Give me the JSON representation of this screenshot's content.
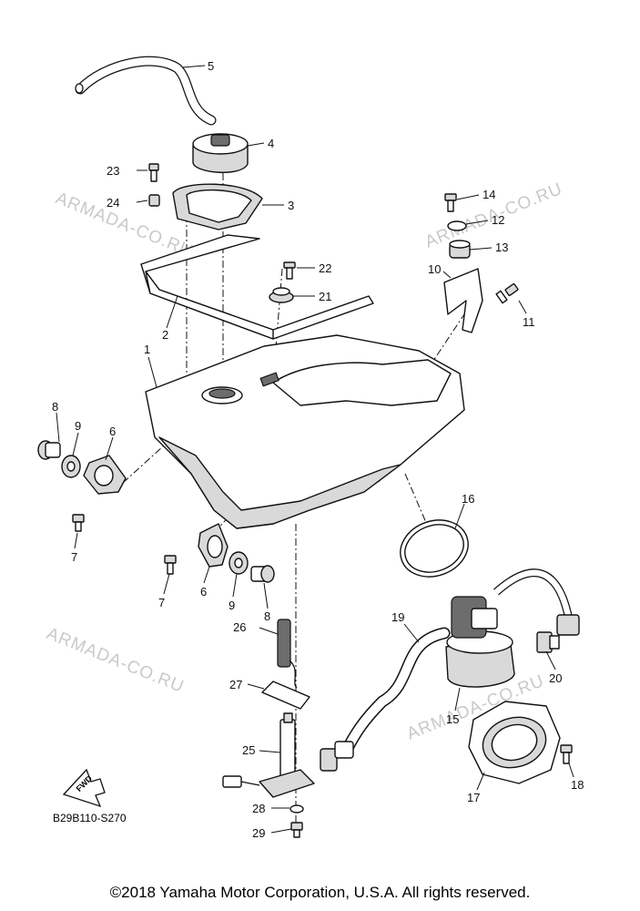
{
  "diagram": {
    "code": "B29B110-S270",
    "fwd_label": "FWD",
    "copyright": "©2018 Yamaha Motor Corporation, U.S.A. All rights reserved.",
    "watermark": "ARMADA-CO.RU",
    "callouts": {
      "p1": "1",
      "p2": "2",
      "p3": "3",
      "p4": "4",
      "p5": "5",
      "p6a": "6",
      "p6b": "6",
      "p7a": "7",
      "p7b": "7",
      "p8a": "8",
      "p8b": "8",
      "p9a": "9",
      "p9b": "9",
      "p10": "10",
      "p11": "11",
      "p12": "12",
      "p13": "13",
      "p14": "14",
      "p15": "15",
      "p16": "16",
      "p17": "17",
      "p18": "18",
      "p19": "19",
      "p20": "20",
      "p21": "21",
      "p22": "22",
      "p23": "23",
      "p24": "24",
      "p25": "25",
      "p26": "26",
      "p27": "27",
      "p28": "28",
      "p29": "29"
    }
  }
}
